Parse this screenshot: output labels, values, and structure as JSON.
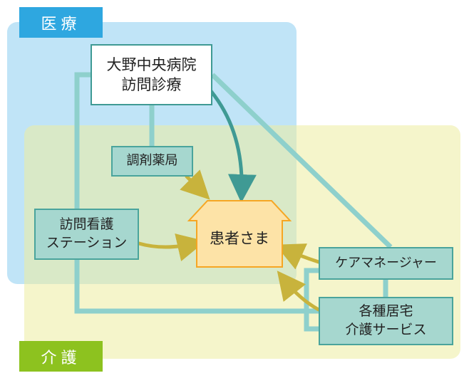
{
  "regions": {
    "medical_label": "医療",
    "care_label": "介護"
  },
  "nodes": {
    "hospital": [
      "大野中央病院",
      "訪問診療"
    ],
    "pharmacy": "調剤薬局",
    "nursing": [
      "訪問看護",
      "ステーション"
    ],
    "patient": "患者さま",
    "care_manager": "ケアマネージャー",
    "home_care": [
      "各種居宅",
      "介護サービス"
    ]
  },
  "colors": {
    "medical_tag": "#2ea7e0",
    "care_tag": "#8dc21f",
    "medical_region": "#8ccdf0",
    "care_region": "#ececa0",
    "node_fill": "#a6d7cf",
    "node_border": "#4aa49c",
    "connector": "#8ed0cc",
    "arrow_gold": "#c8b33c",
    "arrow_teal": "#3f9a94",
    "patient_fill": "#fde3a7",
    "patient_border": "#f6a623"
  }
}
